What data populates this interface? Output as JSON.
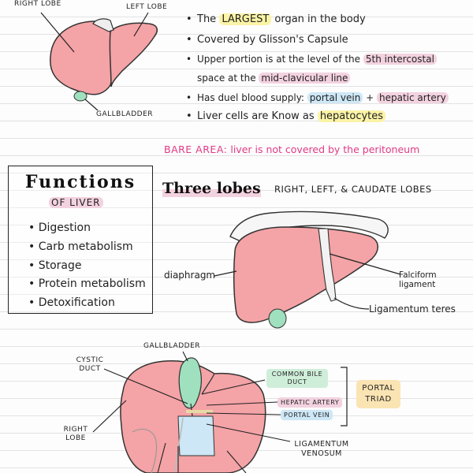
{
  "diagram1": {
    "right_lobe": "RIGHT LOBE",
    "left_lobe": "LEFT LOBE",
    "gallbladder": "GALLBLADDER"
  },
  "facts": [
    {
      "before": "The ",
      "highlight": "LARGEST",
      "after": " organ in the body"
    },
    {
      "before": "Covered by Glisson's Capsule",
      "highlight": "",
      "after": ""
    },
    {
      "before": "Upper portion is at the level of the ",
      "highlight": "5th intercostal",
      "after": ""
    },
    {
      "before": "space at the ",
      "highlight": "mid-clavicular line",
      "after": ""
    },
    {
      "before": "Has duel blood supply: ",
      "highlight": "portal vein",
      "plus": " + ",
      "highlight2": "hepatic artery",
      "after": ""
    },
    {
      "before": "Liver cells are Know as ",
      "highlight": "hepatocytes",
      "after": ""
    }
  ],
  "bare_area": {
    "label": "BARE AREA:",
    "text": "liver is not covered by the peritoneum"
  },
  "functions": {
    "title": "Functions",
    "subtitle": "OF LIVER",
    "items": [
      "Digestion",
      "Carb metabolism",
      "Storage",
      "Protein metabolism",
      "Detoxification"
    ]
  },
  "three_lobes": {
    "title": "Three lobes",
    "text": "RIGHT, LEFT, & CAUDATE LOBES"
  },
  "diagram2": {
    "diaphragm": "diaphragm",
    "falciform": "Falciform ligament",
    "teres": "Ligamentum teres"
  },
  "diagram3": {
    "gallbladder": "GALLBLADDER",
    "cystic_duct": "CYSTIC DUCT",
    "right_lobe": "RIGHT LOBE",
    "common_bile_duct": "COMMON BILE DUCT",
    "hepatic_artery": "HEPATIC ARTERY",
    "portal_vein": "PORTAL VEIN",
    "portal_triad": "PORTAL TRIAD",
    "ligamentum_venosum": "LIGAMENTUM VENOSUM"
  },
  "colors": {
    "liver_fill": "#f4a3a6",
    "gallbladder_fill": "#9fe0bf",
    "pink_text": "#e23a86",
    "highlight_yellow": "#fbf3a6",
    "highlight_pink": "#f3d2df",
    "highlight_blue": "#cde7f6",
    "highlight_green": "#cfeeda",
    "highlight_orange": "#fbe4b3"
  }
}
